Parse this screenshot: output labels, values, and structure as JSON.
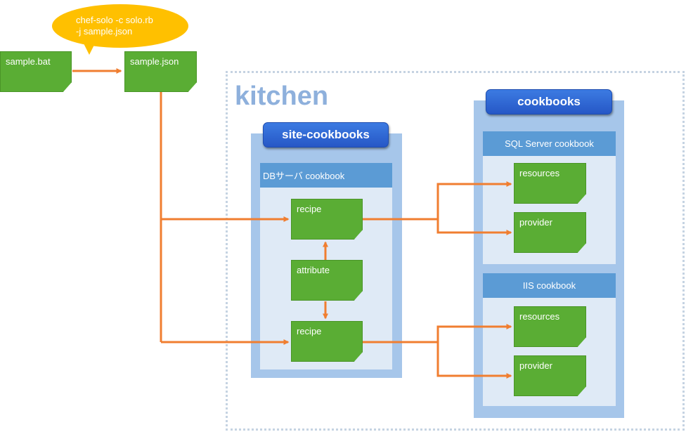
{
  "bubble": {
    "line1": "chef-solo -c solo.rb",
    "line2": "-j sample.json"
  },
  "files": {
    "bat": "sample.bat",
    "json": "sample.json"
  },
  "kitchen": {
    "title": "kitchen"
  },
  "site_cookbooks": {
    "title": "site-cookbooks",
    "db_cookbook": {
      "header": "DBサーバ cookbook",
      "recipe_top": "recipe",
      "attribute": "attribute",
      "recipe_bottom": "recipe"
    }
  },
  "cookbooks": {
    "title": "cookbooks",
    "sql_server": {
      "header": "SQL Server cookbook",
      "resources": "resources",
      "provider": "provider"
    },
    "iis": {
      "header": "IIS cookbook",
      "resources": "resources",
      "provider": "provider"
    }
  },
  "colors": {
    "arrow": "#f07e30",
    "note_green": "#5aad34",
    "bubble_yellow": "#ffc000",
    "pill_blue": "#2f69d4",
    "panel_light": "#a6c6ea",
    "header_blue": "#5b9bd5",
    "kitchen_text": "#8eb0dc"
  }
}
